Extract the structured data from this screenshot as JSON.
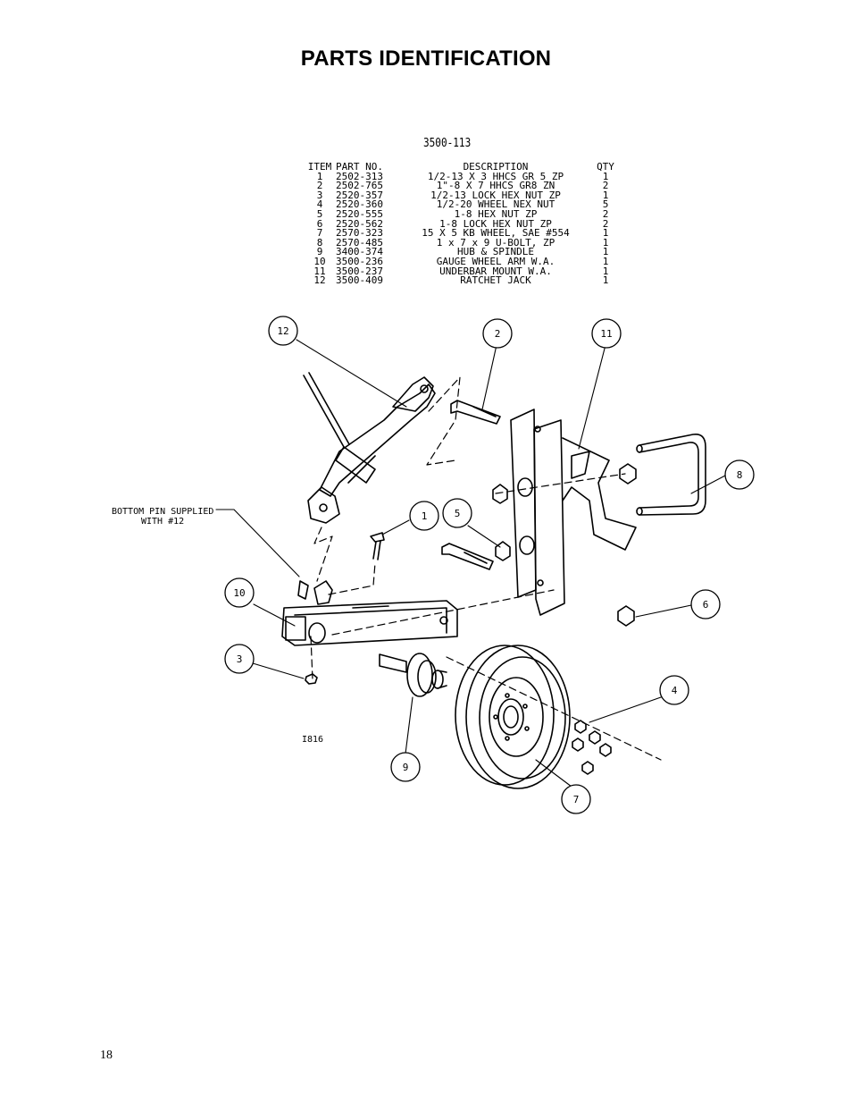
{
  "page": {
    "title": "PARTS IDENTIFICATION",
    "page_number": "18"
  },
  "assembly": {
    "number": "3500-113",
    "headers": {
      "item": "ITEM",
      "part_no": "PART NO.",
      "description": "DESCRIPTION",
      "qty": "QTY"
    },
    "parts": [
      {
        "item": "1",
        "part_no": "2502-313",
        "description": "1/2-13 X 3 HHCS GR 5 ZP",
        "qty": "1"
      },
      {
        "item": "2",
        "part_no": "2502-765",
        "description": "1\"-8 X 7 HHCS GR8 ZN",
        "qty": "2"
      },
      {
        "item": "3",
        "part_no": "2520-357",
        "description": "1/2-13 LOCK HEX NUT ZP",
        "qty": "1"
      },
      {
        "item": "4",
        "part_no": "2520-360",
        "description": "1/2-20 WHEEL NEX NUT",
        "qty": "5"
      },
      {
        "item": "5",
        "part_no": "2520-555",
        "description": "1-8 HEX NUT ZP",
        "qty": "2"
      },
      {
        "item": "6",
        "part_no": "2520-562",
        "description": "1-8 LOCK HEX NUT ZP",
        "qty": "2"
      },
      {
        "item": "7",
        "part_no": "2570-323",
        "description": "15 X 5 KB WHEEL, SAE #554",
        "qty": "1"
      },
      {
        "item": "8",
        "part_no": "2570-485",
        "description": "1 x 7 x 9 U-BOLT, ZP",
        "qty": "1"
      },
      {
        "item": "9",
        "part_no": "3400-374",
        "description": "HUB & SPINDLE",
        "qty": "1"
      },
      {
        "item": "10",
        "part_no": "3500-236",
        "description": "GAUGE WHEEL ARM W.A.",
        "qty": "1"
      },
      {
        "item": "11",
        "part_no": "3500-237",
        "description": "UNDERBAR MOUNT W.A.",
        "qty": "1"
      },
      {
        "item": "12",
        "part_no": "3500-409",
        "description": "RATCHET JACK",
        "qty": "1"
      }
    ]
  },
  "diagram": {
    "note_line1": "BOTTOM PIN SUPPLIED",
    "note_line2": "WITH #12",
    "drawing_id": "I816",
    "balloons": [
      "12",
      "2",
      "11",
      "8",
      "1",
      "5",
      "10",
      "6",
      "3",
      "4",
      "9",
      "7"
    ]
  }
}
